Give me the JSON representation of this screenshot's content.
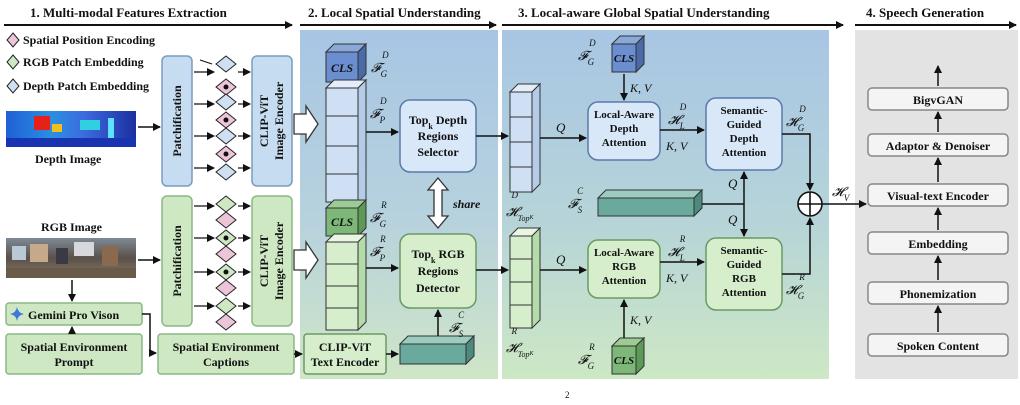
{
  "stages": {
    "s1": "1. Multi-modal Features Extraction",
    "s2": "2. Local Spatial Understanding",
    "s3": "3. Local-aware Global Spatial Understanding",
    "s4": "4. Speech Generation"
  },
  "legend": {
    "spatial": "Spatial Position Encoding",
    "rgb": "RGB Patch Embedding",
    "depth": "Depth Patch Embedding"
  },
  "extraction": {
    "depth_image": "Depth Image",
    "rgb_image": "RGB Image",
    "patchification": "Patchification",
    "clip_encoder_line1": "CLIP-ViT",
    "clip_encoder_line2": "Image Encoder",
    "gemini": "Gemini Pro Vison",
    "prompt_line1": "Spatial Environment",
    "prompt_line2": "Prompt",
    "captions_line1": "Spatial Environment",
    "captions_line2": "Captions",
    "text_enc_line1": "CLIP-ViT",
    "text_enc_line2": "Text Encoder"
  },
  "local": {
    "cls": "CLS",
    "depth_selector_line1": "Depth",
    "depth_selector_line2": "Regions",
    "depth_selector_line3": "Selector",
    "rgb_detector_line1": "RGB",
    "rgb_detector_line2": "Regions",
    "rgb_detector_line3": "Detector",
    "topk": "Top",
    "topk_sub": "k",
    "share": "share"
  },
  "global": {
    "la_depth_line1": "Local-Aware",
    "la_depth_line2": "Depth",
    "la_depth_line3": "Attention",
    "la_rgb_line1": "Local-Aware",
    "la_rgb_line2": "RGB",
    "la_rgb_line3": "Attention",
    "sg_depth_line1": "Semantic-",
    "sg_depth_line2": "Guided",
    "sg_depth_line3": "Depth",
    "sg_depth_line4": "Attention",
    "sg_rgb_line1": "Semantic-",
    "sg_rgb_line2": "Guided",
    "sg_rgb_line3": "RGB",
    "sg_rgb_line4": "Attention",
    "q": "Q",
    "kv": "K, V"
  },
  "speech": {
    "bigvgan": "BigvGAN",
    "adaptor": "Adaptor & Denoiser",
    "visual_text": "Visual-text Encoder",
    "embedding": "Embedding",
    "phonemization": "Phonemization",
    "spoken": "Spoken Content"
  },
  "footer_mark": "2"
}
